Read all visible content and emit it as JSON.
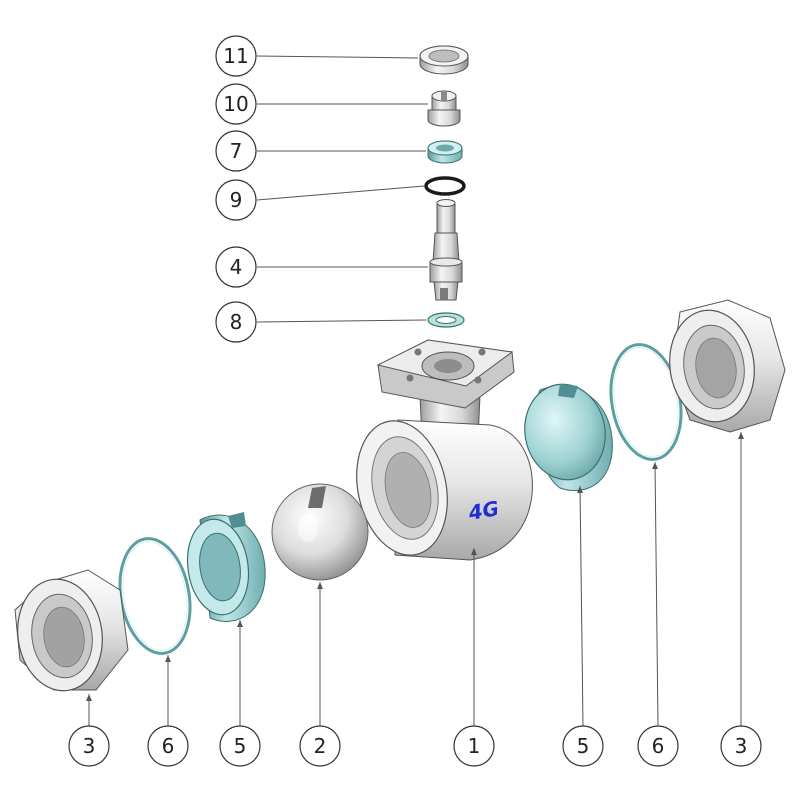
{
  "diagram": {
    "logo_text": "4G",
    "colors": {
      "metal_light": "#eeeeee",
      "metal_mid": "#cfcfcf",
      "metal_dark": "#9a9a9a",
      "teal_light": "#c6ecec",
      "teal_mid": "#86c3c5",
      "teal_dark": "#4f8f92",
      "logo_blue": "#1f2fd6",
      "outline": "#444444"
    },
    "callouts": [
      {
        "id": "c11",
        "label": "11"
      },
      {
        "id": "c10",
        "label": "10"
      },
      {
        "id": "c7",
        "label": "7"
      },
      {
        "id": "c9",
        "label": "9"
      },
      {
        "id": "c4",
        "label": "4"
      },
      {
        "id": "c8",
        "label": "8"
      },
      {
        "id": "b3l",
        "label": "3"
      },
      {
        "id": "b6l",
        "label": "6"
      },
      {
        "id": "b5l",
        "label": "5"
      },
      {
        "id": "b2",
        "label": "2"
      },
      {
        "id": "b1",
        "label": "1"
      },
      {
        "id": "b5r",
        "label": "5"
      },
      {
        "id": "b6r",
        "label": "6"
      },
      {
        "id": "b3r",
        "label": "3"
      }
    ]
  }
}
